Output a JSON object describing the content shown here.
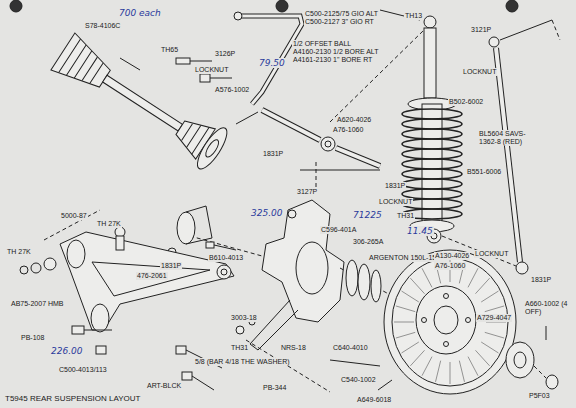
{
  "diagram": {
    "title": "T5945 REAR SUSPENSION LAYOUT",
    "labels": [
      "S78-4106C",
      "700 each",
      "TH65",
      "3126P",
      "LOCKNUT",
      "A576-1002",
      "79.50",
      "C500-2125/75 GIO ALT",
      "C500-2127 3\" GIO RT",
      "1/2 OFFSET BALL",
      "A4160-2130 1/2 BORE ALT",
      "A4161-2130 1\" BORE RT",
      "A620-4026",
      "A76-1060",
      "3127P",
      "1831P",
      "TH13",
      "3121P",
      "LOCKNUT",
      "B502-6002",
      "BL5604 SAVS-1362-8 (RED)",
      "B551-6006",
      "LOCKNUT",
      "1831P",
      "TH31",
      "71225",
      "C596-401A",
      "306-265A",
      "11.45",
      "ARGENTON 150L-15mm",
      "A130-4026",
      "A76-1060",
      "LOCKNUT",
      "1831P",
      "A660-1002 (4 OFF)",
      "A729-4047",
      "P5F03",
      "C540-1002",
      "A649-6018",
      "C640-4010",
      "NRS-18",
      "5/8 (BAR 4/18 THE WASHER)",
      "PB-344",
      "TH31",
      "3003-18",
      "B610-4013",
      "325.00",
      "1831P",
      "476-2061",
      "5000-87",
      "TH 27K",
      "TH 27K",
      "AB75-2007 HMB",
      "PB-108",
      "226.00",
      "C500-4013/113",
      "ART-BLCK"
    ]
  }
}
